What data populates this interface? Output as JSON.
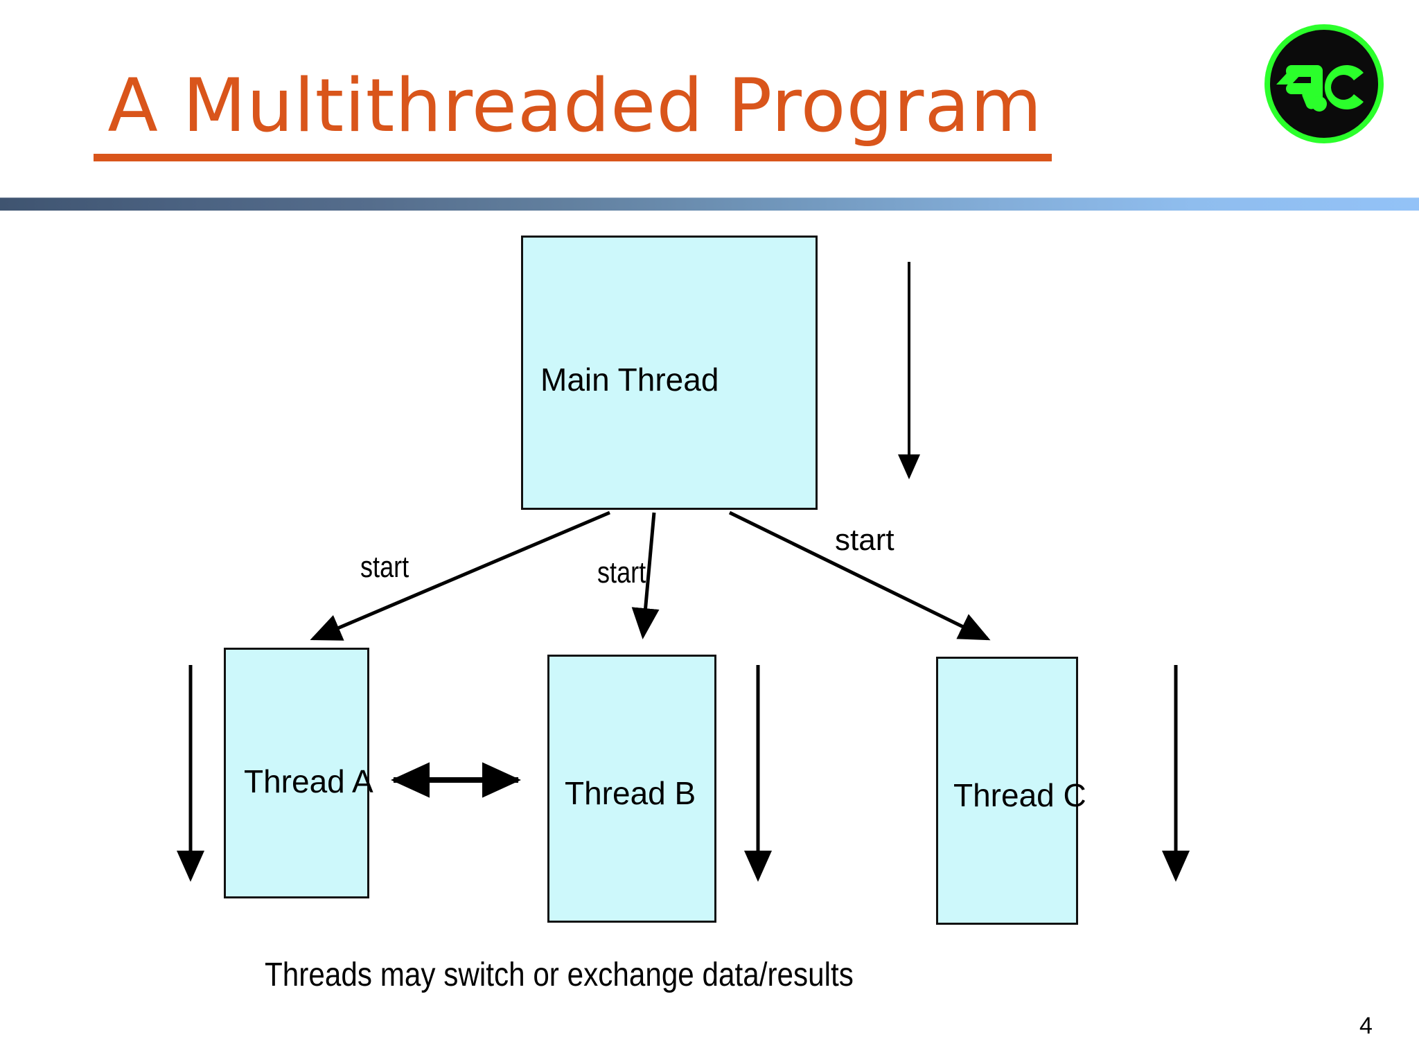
{
  "slide": {
    "title": "A Multithreaded Program",
    "page_number": "4",
    "caption": "Threads may switch or exchange data/results",
    "accent_color": "#D9551B",
    "box_fill_color": "#CDF8FB",
    "box_border_color": "#111111",
    "separator_left_color": "#3f5470",
    "separator_right_color": "#93c2f7"
  },
  "logo": {
    "name": "rc-logo",
    "mark": "Я.C",
    "ring_color": "#22EE22",
    "disc_color": "#0b0b0b",
    "glyph_color": "#2BFF2B"
  },
  "diagram": {
    "boxes": [
      {
        "id": "main-thread",
        "label": "Main Thread"
      },
      {
        "id": "thread-a",
        "label": "Thread A"
      },
      {
        "id": "thread-b",
        "label": "Thread B"
      },
      {
        "id": "thread-c",
        "label": "Thread C"
      }
    ],
    "start_labels": [
      {
        "id": "start-a",
        "label": "start"
      },
      {
        "id": "start-b",
        "label": "start"
      },
      {
        "id": "start-c",
        "label": "start"
      }
    ],
    "arrows": [
      {
        "id": "main-timeline-arrow",
        "kind": "vertical-down"
      },
      {
        "id": "start-arrow-a",
        "kind": "diagonal-down-left"
      },
      {
        "id": "start-arrow-b",
        "kind": "vertical-down"
      },
      {
        "id": "start-arrow-c",
        "kind": "diagonal-down-right"
      },
      {
        "id": "thread-a-timeline-arrow",
        "kind": "vertical-down"
      },
      {
        "id": "thread-b-timeline-arrow",
        "kind": "vertical-down"
      },
      {
        "id": "thread-c-timeline-arrow",
        "kind": "vertical-down"
      },
      {
        "id": "exchange-arrow-ab",
        "kind": "horizontal-double"
      }
    ]
  }
}
